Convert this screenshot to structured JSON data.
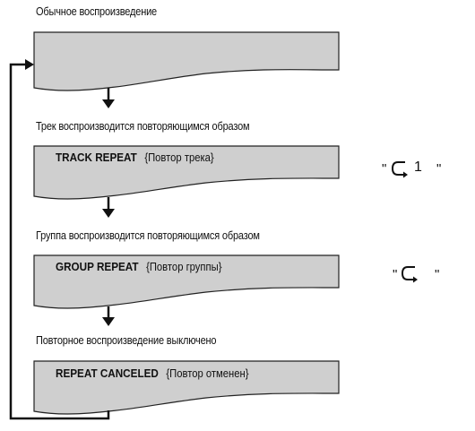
{
  "steps": [
    {
      "caption": "Обычное воспроизведение",
      "display_main": "",
      "display_sub": "",
      "indicator_text": ""
    },
    {
      "caption": "Трек воспроизводится повторяющимся образом",
      "display_main": "TRACK REPEAT",
      "display_sub": "{Повтор трека}",
      "indicator_text": "1"
    },
    {
      "caption": "Группа воспроизводится повторяющимся образом",
      "display_main": "GROUP REPEAT",
      "display_sub": "{Повтор группы}",
      "indicator_text": ""
    },
    {
      "caption": "Повторное воспроизведение выключено",
      "display_main": "REPEAT CANCELED",
      "display_sub": "{Повтор отменен}",
      "indicator_text": ""
    }
  ],
  "colors": {
    "display_fill": "#cfcfcf",
    "line": "#111111"
  }
}
